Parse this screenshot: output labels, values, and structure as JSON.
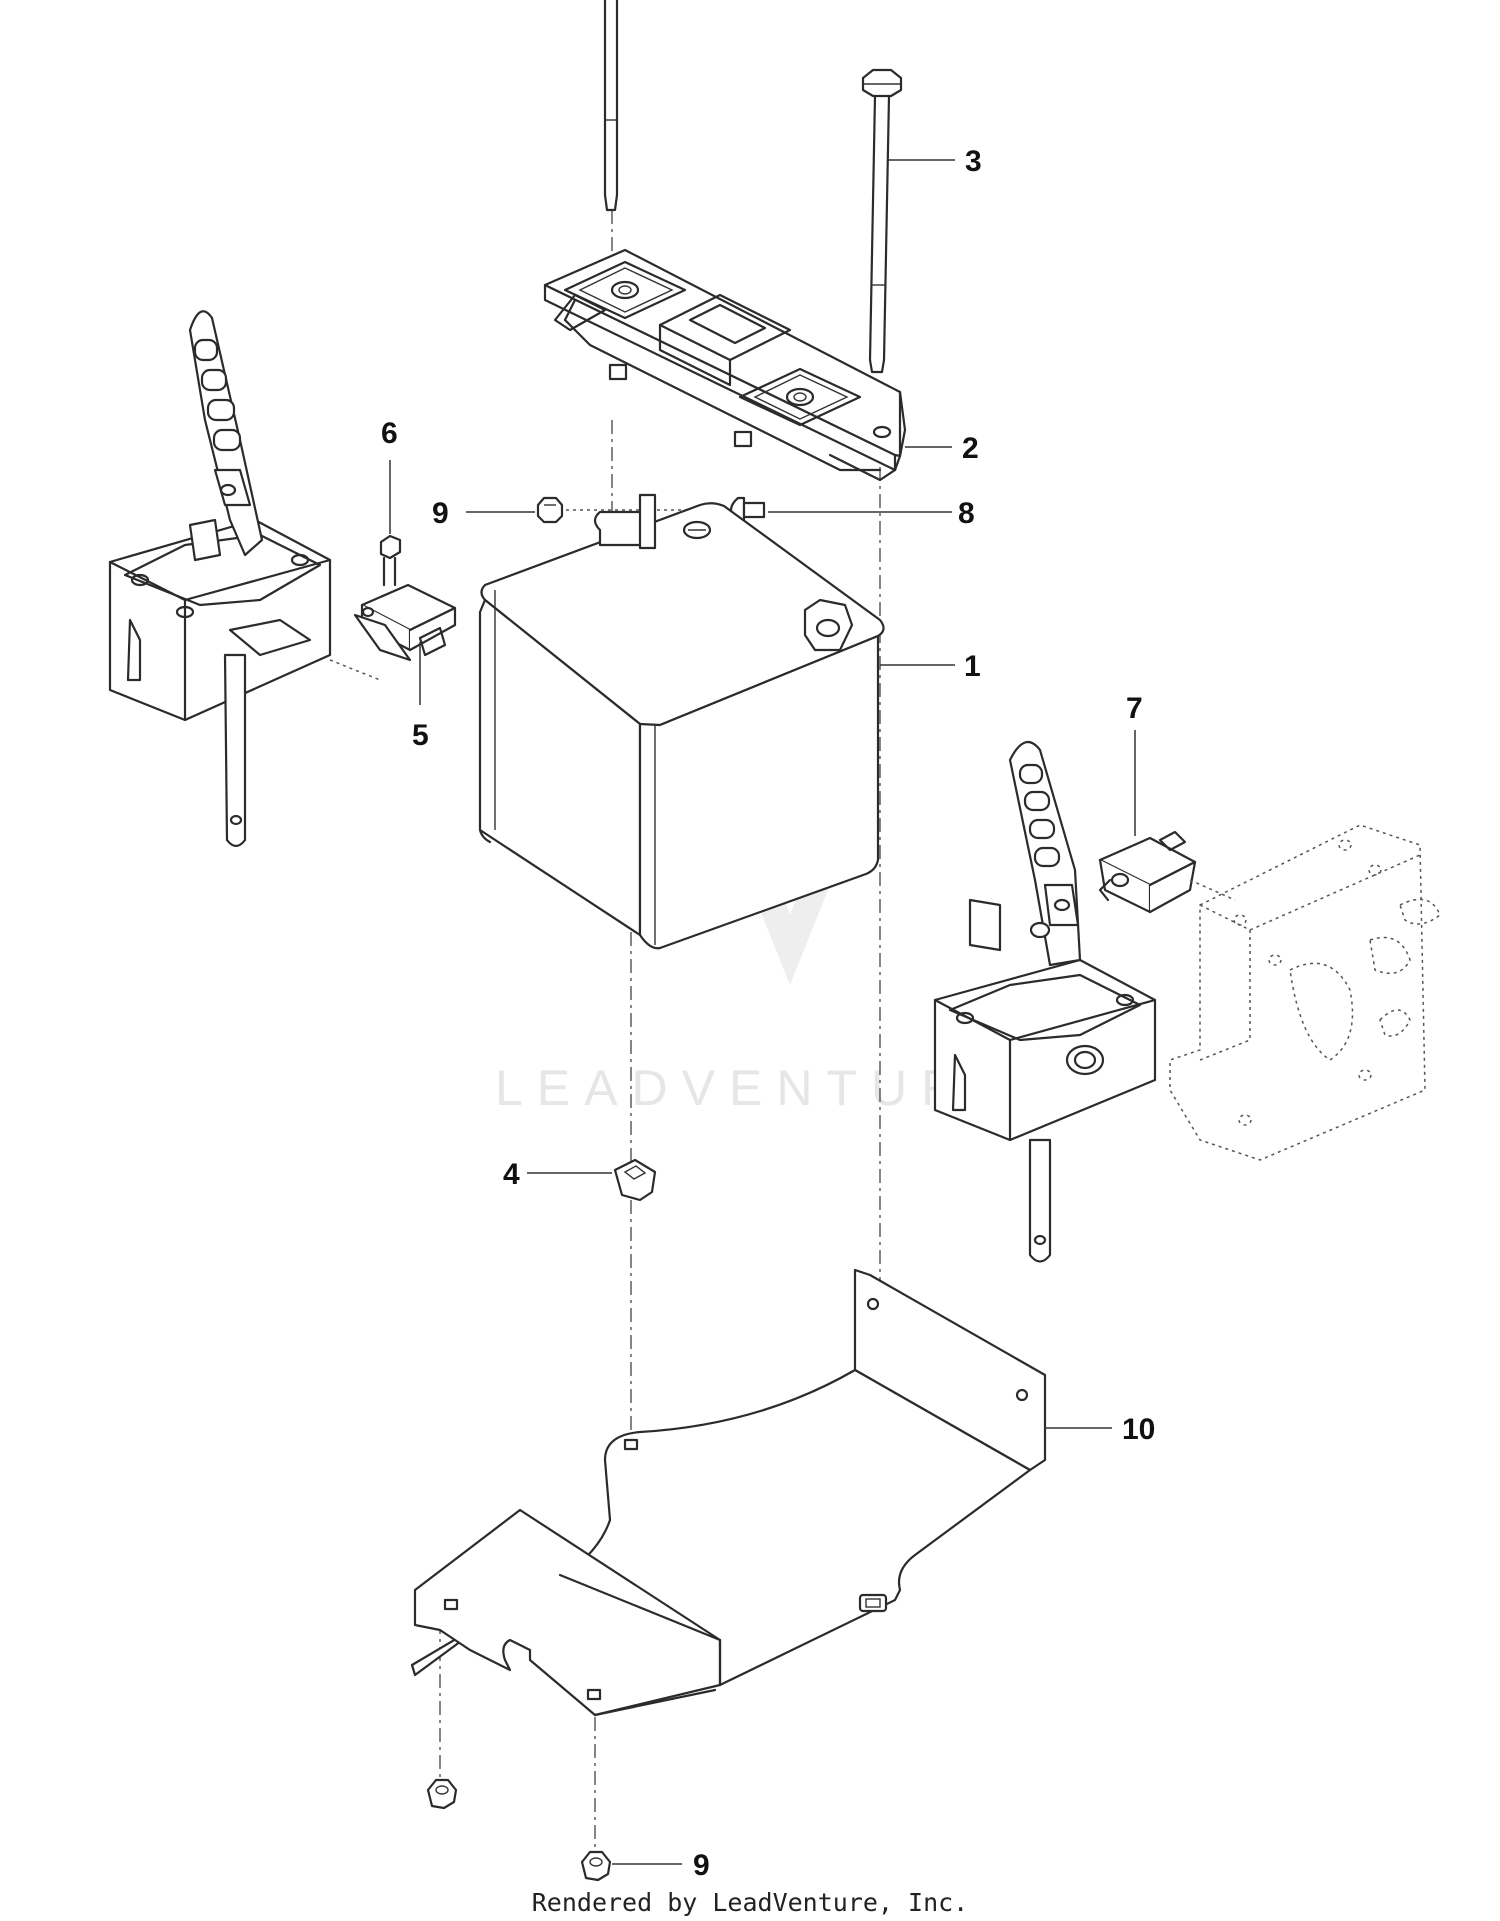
{
  "callouts": {
    "c1": "1",
    "c2": "2",
    "c3": "3",
    "c4": "4",
    "c5": "5",
    "c6": "6",
    "c7": "7",
    "c8": "8",
    "c9_top": "9",
    "c9_bottom": "9",
    "c10": "10"
  },
  "watermark": "LEADVENTURE",
  "footer": "Rendered by LeadVenture, Inc."
}
